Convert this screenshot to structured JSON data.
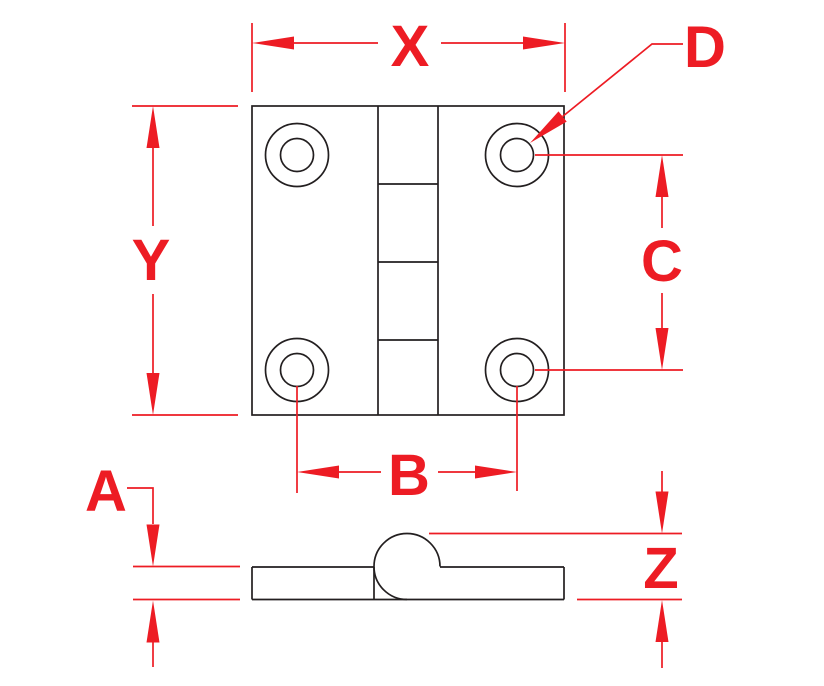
{
  "drawing": {
    "part": "butt hinge",
    "views": {
      "front": {
        "hole_count": 4,
        "knuckle_segments": 4
      },
      "side": {
        "features": [
          "left leaf",
          "barrel",
          "right leaf"
        ]
      }
    }
  },
  "dimensions": {
    "x": {
      "label": "X",
      "kind": "horizontal-overall-width"
    },
    "y": {
      "label": "Y",
      "kind": "vertical-overall-height"
    },
    "b": {
      "label": "B",
      "kind": "horizontal-hole-spacing"
    },
    "c": {
      "label": "C",
      "kind": "vertical-hole-spacing"
    },
    "d": {
      "label": "D",
      "kind": "hole-diameter-leader-callout"
    },
    "a": {
      "label": "A",
      "kind": "leaf-thickness"
    },
    "z": {
      "label": "Z",
      "kind": "overall-barrel-height"
    }
  },
  "colors": {
    "background": "#ffffff",
    "part_outline": "#231f20",
    "dimension_red": "#ed1c24"
  }
}
